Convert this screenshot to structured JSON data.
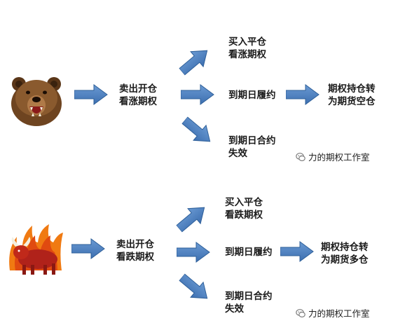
{
  "top": {
    "main_label": [
      "卖出开仓",
      "看涨期权"
    ],
    "branch_up": [
      "买入平仓",
      "看涨期权"
    ],
    "branch_mid": [
      "到期日履约"
    ],
    "branch_down": [
      "到期日合约",
      "失效"
    ],
    "result": [
      "期权持仓转",
      "为期货空仓"
    ]
  },
  "bottom": {
    "main_label": [
      "卖出开仓",
      "看跌期权"
    ],
    "branch_up": [
      "买入平仓",
      "看跌期权"
    ],
    "branch_mid": [
      "到期日履约"
    ],
    "branch_down": [
      "到期日合约",
      "失效"
    ],
    "result": [
      "期权持仓转",
      "为期货多仓"
    ]
  },
  "watermark": {
    "text": "力的期权工作室",
    "icon": "wechat-icon"
  },
  "colors": {
    "arrow": "#4a7fc1",
    "arrow_edge": "#2e5f99",
    "bear": "#7a4a22",
    "bull": "#c0291a",
    "flame": "#f07a12"
  }
}
